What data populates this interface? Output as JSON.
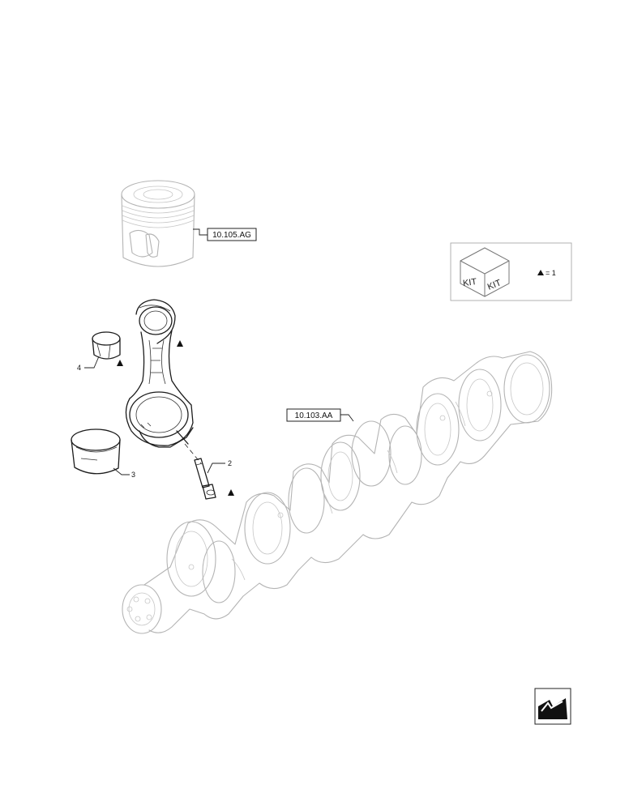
{
  "references": {
    "piston_ref": "10.105.AG",
    "crankshaft_ref": "10.103.AA"
  },
  "callouts": {
    "item_2": "2",
    "item_3": "3",
    "item_4": "4"
  },
  "kit_legend": {
    "kit_label_left": "KIT",
    "kit_label_right": "KIT",
    "equals_text": "= 1"
  },
  "icons": {
    "kit_box": "kit-cube-icon",
    "kit_marker": "triangle-marker-icon",
    "navigation": "next-page-arrow-icon"
  }
}
